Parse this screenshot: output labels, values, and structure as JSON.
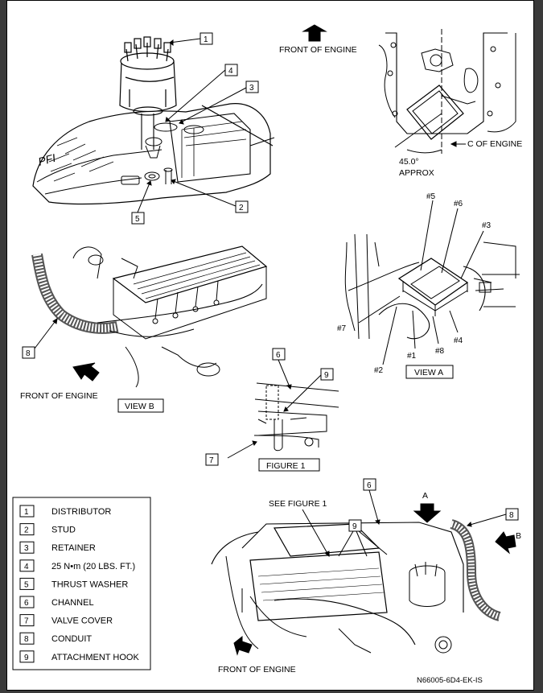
{
  "diagram": {
    "front_of_engine": "FRONT OF ENGINE",
    "engine_centerline": "C OF ENGINE",
    "angle": "45.0°",
    "approx": "APPROX",
    "view_a": "VIEW A",
    "view_b": "VIEW B",
    "figure_1": "FIGURE 1",
    "see_figure_1": "SEE FIGURE 1",
    "callout_a": "A",
    "callout_b": "B",
    "pfi_text": "PFI",
    "figure_code": "N66005-6D4-EK-IS",
    "callouts": [
      "1",
      "2",
      "3",
      "4",
      "5",
      "6",
      "7",
      "8",
      "9"
    ],
    "wire_tags": [
      "#1",
      "#2",
      "#3",
      "#4",
      "#5",
      "#6",
      "#7",
      "#8"
    ]
  },
  "legend": [
    {
      "num": "1",
      "label": "DISTRIBUTOR"
    },
    {
      "num": "2",
      "label": "STUD"
    },
    {
      "num": "3",
      "label": "RETAINER"
    },
    {
      "num": "4",
      "label": "25 N•m (20 LBS. FT.)"
    },
    {
      "num": "5",
      "label": "THRUST WASHER"
    },
    {
      "num": "6",
      "label": "CHANNEL"
    },
    {
      "num": "7",
      "label": "VALVE COVER"
    },
    {
      "num": "8",
      "label": "CONDUIT"
    },
    {
      "num": "9",
      "label": "ATTACHMENT HOOK"
    }
  ]
}
